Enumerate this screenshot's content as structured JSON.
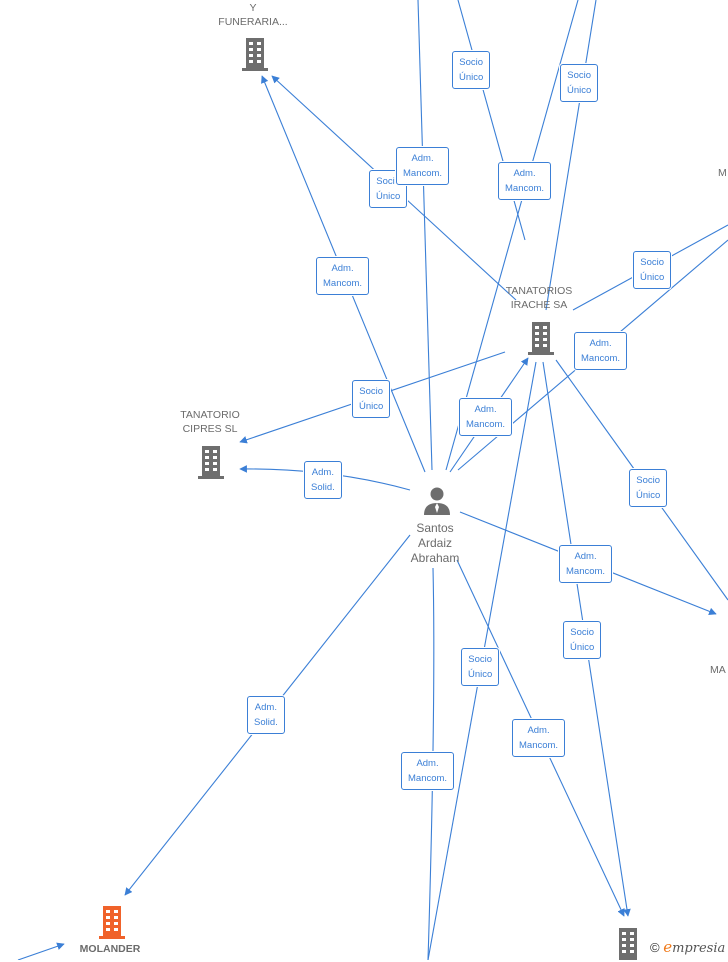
{
  "colors": {
    "edge": "#3b7fd6",
    "company_icon": "#6e6e6e",
    "highlight_icon": "#f0622a",
    "label_text": "#6b6b6b"
  },
  "nodes": {
    "funeraria": {
      "line1": "Y",
      "line2": "FUNERARIA..."
    },
    "tanatorios_irache": {
      "line1": "TANATORIOS",
      "line2": "IRACHE SA"
    },
    "tanatorio_cipres": {
      "line1": "TANATORIO",
      "line2": "CIPRES SL"
    },
    "santos": {
      "line1": "Santos",
      "line2": "Ardaiz",
      "line3": "Abraham"
    },
    "molander": {
      "line1": "MOLANDER"
    },
    "edge_m_top": {
      "line1": "M"
    },
    "edge_ma": {
      "line1": "MA"
    }
  },
  "edge_labels": [
    {
      "id": "e1",
      "l1": "Socio",
      "l2": "Único"
    },
    {
      "id": "e2",
      "l1": "Socio",
      "l2": "Único"
    },
    {
      "id": "e3",
      "l1": "Adm.",
      "l2": "Mancom."
    },
    {
      "id": "e4",
      "l1": "Socio",
      "l2": "Único"
    },
    {
      "id": "e5",
      "l1": "Adm.",
      "l2": "Mancom."
    },
    {
      "id": "e6",
      "l1": "Adm.",
      "l2": "Mancom."
    },
    {
      "id": "e7",
      "l1": "Socio",
      "l2": "Único"
    },
    {
      "id": "e8",
      "l1": "Adm.",
      "l2": "Mancom."
    },
    {
      "id": "e9",
      "l1": "Socio",
      "l2": "Único"
    },
    {
      "id": "e10",
      "l1": "Adm.",
      "l2": "Mancom."
    },
    {
      "id": "e11",
      "l1": "Adm.",
      "l2": "Solid."
    },
    {
      "id": "e12",
      "l1": "Socio",
      "l2": "Único"
    },
    {
      "id": "e13",
      "l1": "Adm.",
      "l2": "Mancom."
    },
    {
      "id": "e14",
      "l1": "Socio",
      "l2": "Único"
    },
    {
      "id": "e15",
      "l1": "Socio",
      "l2": "Único"
    },
    {
      "id": "e16",
      "l1": "Adm.",
      "l2": "Solid."
    },
    {
      "id": "e17",
      "l1": "Adm.",
      "l2": "Mancom."
    },
    {
      "id": "e18",
      "l1": "Adm.",
      "l2": "Mancom."
    }
  ],
  "watermark": {
    "copyright": "©",
    "brand_e": "e",
    "brand_rest": "mpresia"
  }
}
